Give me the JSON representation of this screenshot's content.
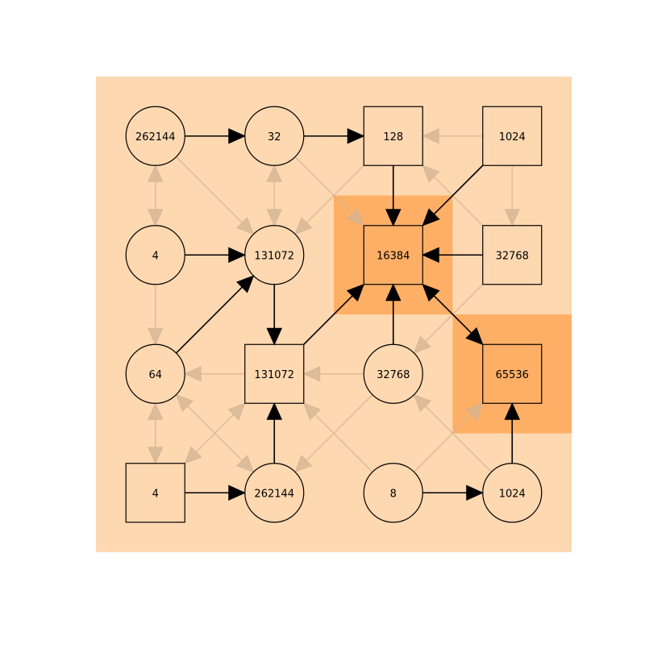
{
  "colors": {
    "background": "#ffffff",
    "board": "#fed8b1",
    "highlight": "#feaf66",
    "node_fill": "#fed8b1",
    "node_stroke": "#000000",
    "edge_active": "#000000",
    "edge_faded": "#d2b393"
  },
  "grid": {
    "rows": 4,
    "cols": 4
  },
  "highlighted_cells": [
    [
      1,
      2
    ],
    [
      2,
      3
    ]
  ],
  "nodes": [
    {
      "id": "r0c0",
      "row": 0,
      "col": 0,
      "shape": "circle",
      "label": "262144"
    },
    {
      "id": "r0c1",
      "row": 0,
      "col": 1,
      "shape": "circle",
      "label": "32"
    },
    {
      "id": "r0c2",
      "row": 0,
      "col": 2,
      "shape": "square",
      "label": "128"
    },
    {
      "id": "r0c3",
      "row": 0,
      "col": 3,
      "shape": "square",
      "label": "1024"
    },
    {
      "id": "r1c0",
      "row": 1,
      "col": 0,
      "shape": "circle",
      "label": "4"
    },
    {
      "id": "r1c1",
      "row": 1,
      "col": 1,
      "shape": "circle",
      "label": "131072"
    },
    {
      "id": "r1c2",
      "row": 1,
      "col": 2,
      "shape": "square",
      "label": "16384"
    },
    {
      "id": "r1c3",
      "row": 1,
      "col": 3,
      "shape": "square",
      "label": "32768"
    },
    {
      "id": "r2c0",
      "row": 2,
      "col": 0,
      "shape": "circle",
      "label": "64"
    },
    {
      "id": "r2c1",
      "row": 2,
      "col": 1,
      "shape": "square",
      "label": "131072"
    },
    {
      "id": "r2c2",
      "row": 2,
      "col": 2,
      "shape": "circle",
      "label": "32768"
    },
    {
      "id": "r2c3",
      "row": 2,
      "col": 3,
      "shape": "square",
      "label": "65536"
    },
    {
      "id": "r3c0",
      "row": 3,
      "col": 0,
      "shape": "square",
      "label": "4"
    },
    {
      "id": "r3c1",
      "row": 3,
      "col": 1,
      "shape": "circle",
      "label": "262144"
    },
    {
      "id": "r3c2",
      "row": 3,
      "col": 2,
      "shape": "circle",
      "label": "8"
    },
    {
      "id": "r3c3",
      "row": 3,
      "col": 3,
      "shape": "circle",
      "label": "1024"
    }
  ],
  "edges": [
    {
      "from": "r0c0",
      "to": "r0c1",
      "style": "active",
      "heads": "end"
    },
    {
      "from": "r0c1",
      "to": "r0c2",
      "style": "active",
      "heads": "end"
    },
    {
      "from": "r0c2",
      "to": "r1c2",
      "style": "active",
      "heads": "end"
    },
    {
      "from": "r0c3",
      "to": "r1c2",
      "style": "active",
      "heads": "end"
    },
    {
      "from": "r1c3",
      "to": "r1c2",
      "style": "active",
      "heads": "end"
    },
    {
      "from": "r1c0",
      "to": "r1c1",
      "style": "active",
      "heads": "end"
    },
    {
      "from": "r1c1",
      "to": "r2c1",
      "style": "active",
      "heads": "end"
    },
    {
      "from": "r2c0",
      "to": "r1c1",
      "style": "active",
      "heads": "end"
    },
    {
      "from": "r2c1",
      "to": "r1c2",
      "style": "active",
      "heads": "end"
    },
    {
      "from": "r2c2",
      "to": "r1c2",
      "style": "active",
      "heads": "end"
    },
    {
      "from": "r1c2",
      "to": "r2c3",
      "style": "active",
      "heads": "both"
    },
    {
      "from": "r3c1",
      "to": "r2c1",
      "style": "active",
      "heads": "end"
    },
    {
      "from": "r3c0",
      "to": "r3c1",
      "style": "active",
      "heads": "end"
    },
    {
      "from": "r3c2",
      "to": "r3c3",
      "style": "active",
      "heads": "end"
    },
    {
      "from": "r3c3",
      "to": "r2c3",
      "style": "active",
      "heads": "end"
    },
    {
      "from": "r0c3",
      "to": "r0c2",
      "style": "faded",
      "heads": "end"
    },
    {
      "from": "r0c0",
      "to": "r1c0",
      "style": "faded",
      "heads": "both"
    },
    {
      "from": "r0c1",
      "to": "r1c1",
      "style": "faded",
      "heads": "both"
    },
    {
      "from": "r0c0",
      "to": "r1c1",
      "style": "faded",
      "heads": "end"
    },
    {
      "from": "r0c2",
      "to": "r1c1",
      "style": "faded",
      "heads": "end"
    },
    {
      "from": "r0c1",
      "to": "r1c2",
      "style": "faded",
      "heads": "end"
    },
    {
      "from": "r1c3",
      "to": "r0c2",
      "style": "faded",
      "heads": "end"
    },
    {
      "from": "r0c3",
      "to": "r1c3",
      "style": "faded",
      "heads": "end"
    },
    {
      "from": "r1c0",
      "to": "r2c0",
      "style": "faded",
      "heads": "end"
    },
    {
      "from": "r1c3",
      "to": "r2c2",
      "style": "faded",
      "heads": "end"
    },
    {
      "from": "r2c1",
      "to": "r2c0",
      "style": "faded",
      "heads": "end"
    },
    {
      "from": "r2c2",
      "to": "r2c1",
      "style": "faded",
      "heads": "end"
    },
    {
      "from": "r2c0",
      "to": "r3c0",
      "style": "faded",
      "heads": "both"
    },
    {
      "from": "r2c0",
      "to": "r3c1",
      "style": "faded",
      "heads": "both"
    },
    {
      "from": "r3c0",
      "to": "r2c1",
      "style": "faded",
      "heads": "both"
    },
    {
      "from": "r2c2",
      "to": "r3c1",
      "style": "faded",
      "heads": "end"
    },
    {
      "from": "r3c2",
      "to": "r2c1",
      "style": "faded",
      "heads": "end"
    },
    {
      "from": "r3c3",
      "to": "r2c2",
      "style": "faded",
      "heads": "end"
    },
    {
      "from": "r3c2",
      "to": "r2c3",
      "style": "faded",
      "heads": "end"
    }
  ]
}
